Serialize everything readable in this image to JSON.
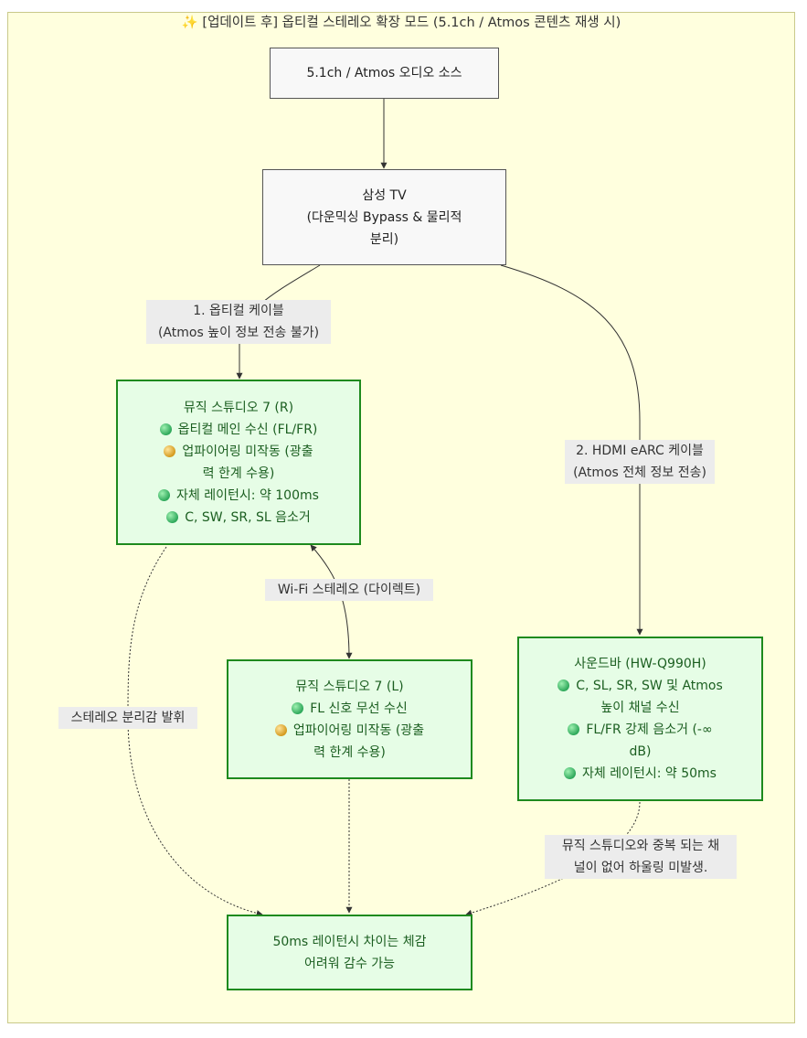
{
  "title": {
    "icon": "sparkles-icon",
    "text": "✨ [업데이트 후] 옵티컬 스테레오 확장 모드 (5.1ch / Atmos 콘텐츠 재생 시)"
  },
  "nodes": {
    "source": {
      "lines": [
        {
          "text": "5.1ch / Atmos 오디오 소스"
        }
      ]
    },
    "tv": {
      "lines": [
        {
          "text": "삼성 TV"
        },
        {
          "text": "(다운믹싱 Bypass & 물리적"
        },
        {
          "text": "분리)"
        }
      ]
    },
    "studio_r": {
      "lines": [
        {
          "text": "뮤직 스튜디오 7 (R)"
        },
        {
          "dot": "green",
          "text": "옵티컬 메인 수신 (FL/FR)"
        },
        {
          "dot": "yellow",
          "text": "업파이어링 미작동 (광출"
        },
        {
          "text": "력 한계 수용)"
        },
        {
          "dot": "green",
          "text": "자체 레이턴시: 약 100ms"
        },
        {
          "dot": "green",
          "text": "C, SW, SR, SL 음소거"
        }
      ]
    },
    "studio_l": {
      "lines": [
        {
          "text": "뮤직 스튜디오 7 (L)"
        },
        {
          "dot": "green",
          "text": "FL 신호 무선 수신"
        },
        {
          "dot": "yellow",
          "text": "업파이어링 미작동 (광출"
        },
        {
          "text": "력 한계 수용)"
        }
      ]
    },
    "soundbar": {
      "lines": [
        {
          "text": "사운드바 (HW-Q990H)"
        },
        {
          "dot": "green",
          "text": "C, SL, SR, SW 및 Atmos"
        },
        {
          "text": "높이 채널 수신"
        },
        {
          "dot": "green",
          "text": "FL/FR 강제 음소거 (-∞"
        },
        {
          "text": "dB)"
        },
        {
          "dot": "green",
          "text": "자체 레이턴시: 약 50ms"
        }
      ]
    },
    "result": {
      "lines": [
        {
          "text": "50ms 레이턴시 차이는 체감"
        },
        {
          "text": "어려워 감수 가능"
        }
      ]
    }
  },
  "edge_labels": {
    "optical": [
      "1. 옵티컬 케이블",
      "(Atmos 높이 정보 전송 불가)"
    ],
    "hdmi": [
      "2. HDMI eARC 케이블",
      "(Atmos 전체 정보 전송)"
    ],
    "wifi": [
      "Wi-Fi 스테레오 (다이렉트)"
    ],
    "separation": [
      "스테레오 분리감 발휘"
    ],
    "no_howling": [
      "뮤직 스튜디오와 중복 되는 채",
      "널이 없어 하울링 미발생."
    ]
  },
  "colors": {
    "background": "#ffffde",
    "node_green_fill": "#e6fde6",
    "node_green_border": "#1e8a1e",
    "node_grey_fill": "#f8f8f8",
    "label_bg": "#ececec"
  }
}
